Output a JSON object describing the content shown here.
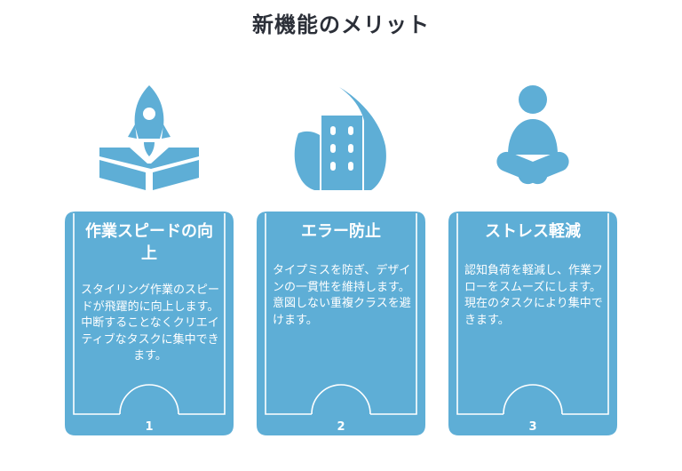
{
  "title": "新機能のメリット",
  "accent_color": "#5eaed6",
  "cards": [
    {
      "icon": "rocket-icon",
      "title": "作業スピードの向上",
      "body": "スタイリング作業のスピードが飛躍的に向上します。中断することなくクリエイティブなタスクに集中できます。",
      "number": "1"
    },
    {
      "icon": "fire-building-icon",
      "title": "エラー防止",
      "body": "タイプミスを防ぎ、デザインの一貫性を維持します。意図しない重複クラスを避けます。",
      "number": "2"
    },
    {
      "icon": "meditation-icon",
      "title": "ストレス軽減",
      "body": "認知負荷を軽減し、作業フローをスムーズにします。現在のタスクにより集中できます。",
      "number": "3"
    }
  ]
}
